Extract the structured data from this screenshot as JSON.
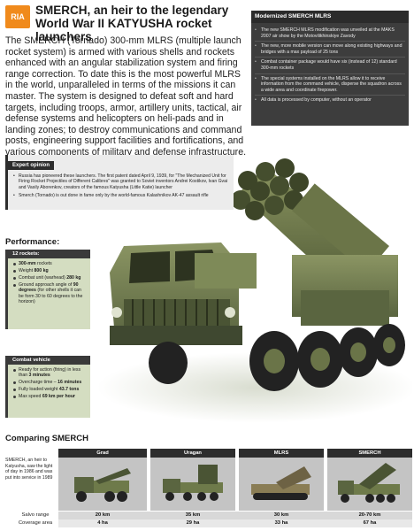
{
  "header": {
    "logo_text": "RIA",
    "title": "SMERCH, an heir to the legendary World War II KATYUSHA rocket launchers"
  },
  "lead_text": "The SMERCH (Tornado) 300-mm MLRS (multiple launch rocket system) is armed with various shells and rockets enhanced with an angular stabilization system and firing range correction. To date this is the most powerful MLRS in the world, unparalleled in terms of the missions it can master. The system is designed to defeat soft and hard targets, including troops, armor, artillery units, tactical, air defense systems and helicopters on heli-pads and in landing zones; to destroy communications and command posts, engineering support facilities and fortifications, and various components of military and defense infrastructure.",
  "modernized_panel": {
    "heading": "Modernized SMERCH MLRS",
    "items": [
      "The new SMERCH MLRS modification was unveiled at the MAKS 2007 air show by the Motovilikhinskiye Zavody",
      "The new, more mobile version can move along existing highways and bridges with a max payload of 25 tons",
      "Combat container package would have six (instead of 12) standard 300-mm rockets",
      "The special systems installed on the MLRS allow it to receive information from the command vehicle, disperse the squadron across a wide area and coordinate firepower.",
      "All data is processed by computer, without an operator"
    ]
  },
  "expert_opinion": {
    "heading": "Expert opinion",
    "items": [
      "Russia has pioneered these launchers. The first patent dated April 9, 1939, for \"The Mechanized Unit for Firing Rocket Projectiles of Different Calibres\" was granted to Soviet inventors Andrei Kostikov, Ivan Gvai and Vasily Aborenkov, creators of the famous Katyusha (Little Katie) launcher",
      "Smerch (Tornado) is out done in fame only by the world-famous Kalashnikov AK-47 assault rifle"
    ]
  },
  "performance": {
    "label": "Performance:",
    "rockets": {
      "heading": "12 rockets:",
      "items": [
        {
          "bold": "300-mm",
          "text": " rockets"
        },
        {
          "bold": "",
          "text": "Weight ",
          "bold2": "800 kg"
        },
        {
          "bold": "",
          "text": "Combat unit (warhead) ",
          "bold2": "280 kg"
        },
        {
          "bold": "",
          "text": "Ground approach angle of ",
          "bold2": "90 degrees",
          "tail": " (for other shells it can be form 30 to 60 degrees to the horizon)"
        }
      ]
    },
    "combat_vehicle": {
      "heading": "Combat vehicle",
      "items": [
        {
          "text": "Ready for action (firing) in less than ",
          "bold2": "3 minutes"
        },
        {
          "text": "Overcharge time – ",
          "bold2": "16 minutes"
        },
        {
          "text": "Fully loaded weight ",
          "bold2": "43.7 tons"
        },
        {
          "text": "Max speed ",
          "bold2": "69 km per hour"
        }
      ]
    }
  },
  "comparing": {
    "title": "Comparing SMERCH",
    "intro": "SMERCH, an heir to Katyusha, saw the light of day in 1986 and was put into service in 1989",
    "systems": [
      "Grad",
      "Uragan",
      "MLRS",
      "SMERCH"
    ],
    "rows": [
      {
        "label": "Salvo range",
        "values": [
          "20 km",
          "35 km",
          "30 km",
          "20-70 km"
        ]
      },
      {
        "label": "Coverage area",
        "values": [
          "4 ha",
          "29 ha",
          "33 ha",
          "67 ha"
        ]
      }
    ]
  },
  "colors": {
    "accent": "#f08a1c",
    "panel_dark": "#3d3d3d",
    "truck_green": "#6e7a4a"
  }
}
